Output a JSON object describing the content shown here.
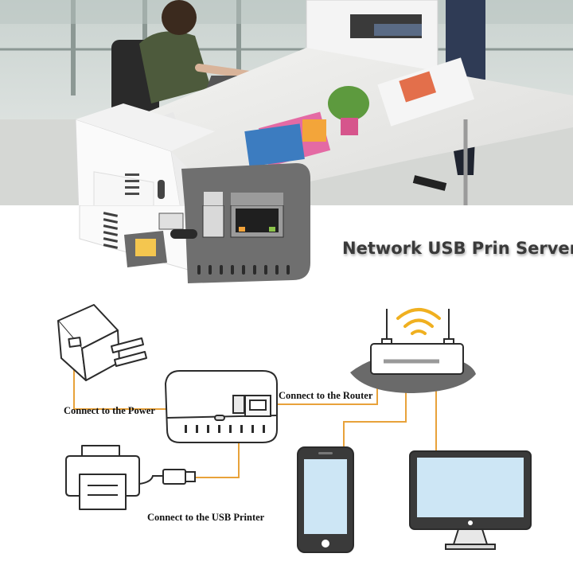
{
  "headline": "Network USB Prin Server",
  "labels": {
    "power": "Connect to  the Power",
    "router": "Connect to the Router",
    "printer": "Connect to the USB Printer"
  },
  "colors": {
    "cable": "#e8a23a",
    "outline": "#2b2b2b",
    "wifi": "#f0b020",
    "device_white": "#f2f2f2",
    "device_gray": "#6f6f6f",
    "screen": "#cde6f5"
  },
  "icons": [
    "power-adapter-icon",
    "print-server-icon",
    "printer-icon",
    "usb-cable-icon",
    "router-icon",
    "wifi-icon",
    "smartphone-icon",
    "desktop-monitor-icon"
  ]
}
